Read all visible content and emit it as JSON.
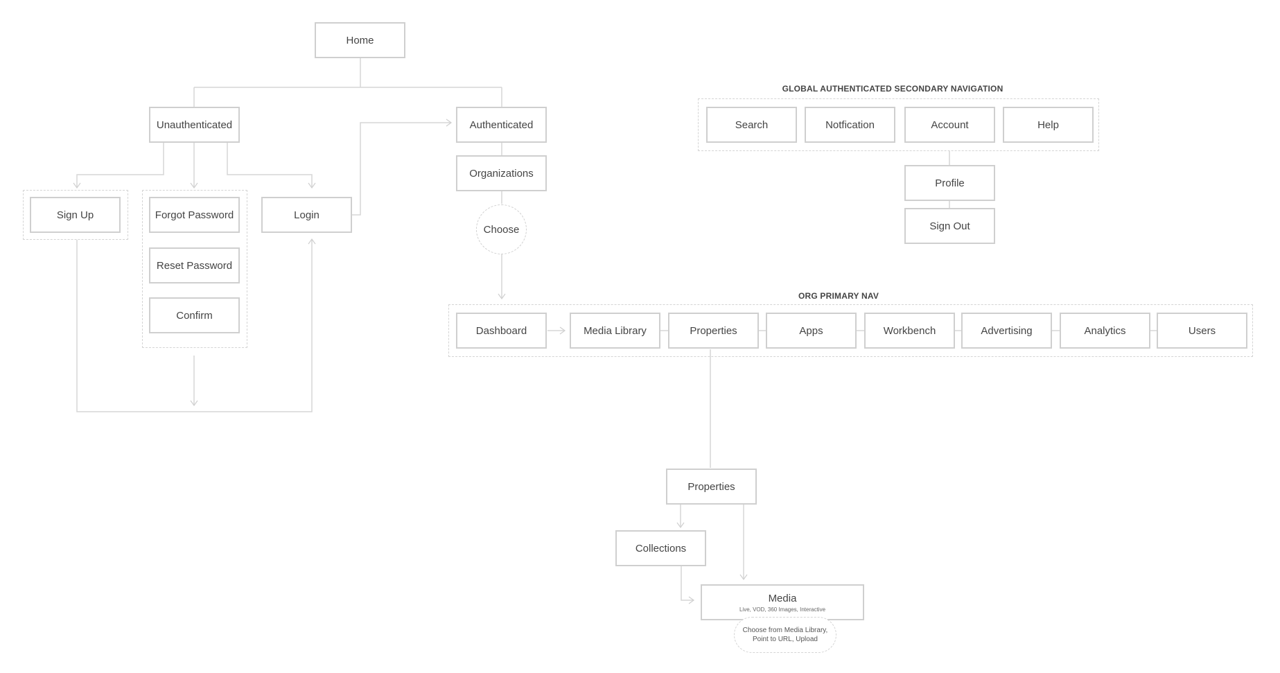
{
  "headings": {
    "secondary_nav": "GLOBAL AUTHENTICATED SECONDARY NAVIGATION",
    "primary_nav": "ORG PRIMARY NAV"
  },
  "nodes": {
    "home": "Home",
    "unauthenticated": "Unauthenticated",
    "authenticated": "Authenticated",
    "sign_up": "Sign Up",
    "forgot_password": "Forgot Password",
    "reset_password": "Reset Password",
    "confirm": "Confirm",
    "login": "Login",
    "organizations": "Organizations",
    "choose": "Choose",
    "search": "Search",
    "notification": "Notfication",
    "account": "Account",
    "help": "Help",
    "profile": "Profile",
    "sign_out": "Sign Out",
    "dashboard": "Dashboard",
    "media_library": "Media Library",
    "properties_nav": "Properties",
    "apps": "Apps",
    "workbench": "Workbench",
    "advertising": "Advertising",
    "analytics": "Analytics",
    "users": "Users",
    "properties": "Properties",
    "collections": "Collections",
    "media": "Media",
    "media_sub": "Live, VOD, 360 Images, Interactive",
    "media_note": "Choose from Media Library,\nPoint to URL, Upload"
  },
  "colors": {
    "border": "#cfcfcf",
    "line": "#d6d6d6",
    "text": "#444444"
  }
}
